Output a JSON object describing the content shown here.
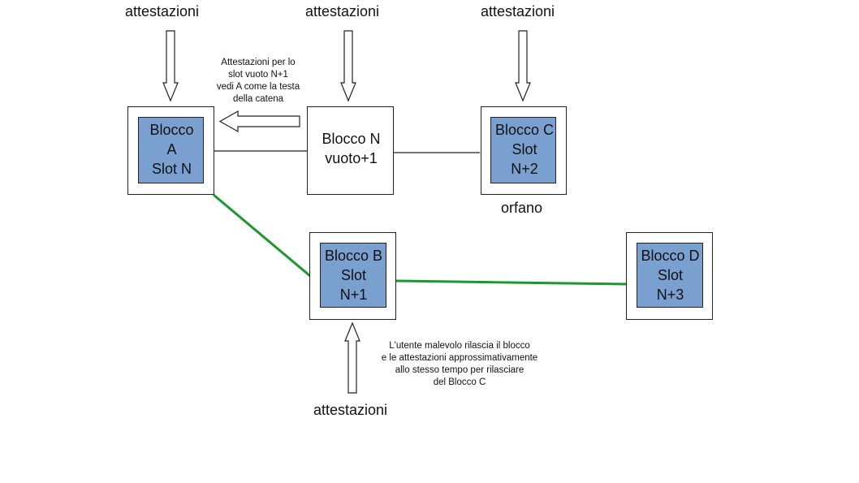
{
  "top_labels": {
    "a": "attestazioni",
    "n": "attestazioni",
    "c": "attestazioni"
  },
  "bottom_label": "attestazioni",
  "blocks": {
    "a": [
      "Blocco",
      "A",
      "Slot N"
    ],
    "n": [
      "Blocco N",
      "vuoto+1"
    ],
    "c": [
      "Blocco C",
      "Slot",
      "N+2"
    ],
    "b": [
      "Blocco B",
      "Slot",
      "N+1"
    ],
    "d": [
      "Blocco D",
      "Slot",
      "N+3"
    ]
  },
  "orphan_label": "orfano",
  "note_top": [
    "Attestazioni per lo",
    "slot vuoto N+1",
    "vedi A come la testa",
    "della catena"
  ],
  "note_bottom": [
    "L'utente malevolo rilascia il blocco",
    "e le attestazioni approssimativamente",
    "allo stesso tempo per rilasciare",
    "del Blocco C"
  ],
  "colors": {
    "block_fill": "#7aa0cf",
    "chain_line": "#1a9a2e",
    "border": "#222222"
  }
}
